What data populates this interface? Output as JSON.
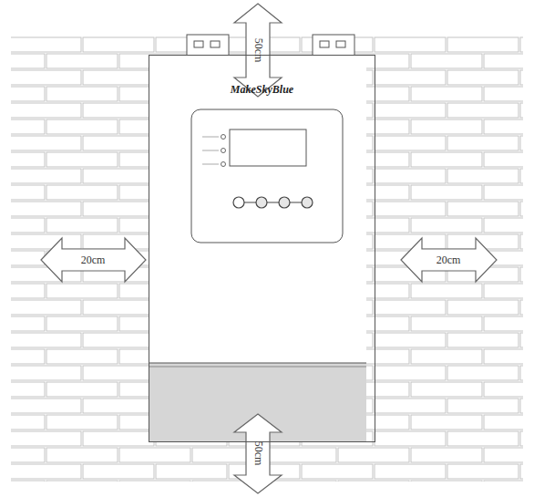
{
  "diagram": {
    "nodes": [
      {
        "text": [
          "MakeSkyBlue"
        ]
      }
    ],
    "labels": [
      "50cm",
      "20cm",
      "20cm",
      "50cm"
    ]
  }
}
